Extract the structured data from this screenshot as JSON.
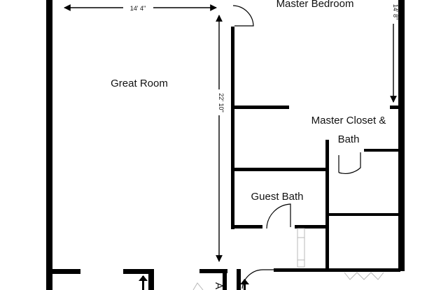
{
  "rooms": {
    "great_room": "Great Room",
    "master_bedroom": "Master Bedroom",
    "master_closet_line1": "Master Closet &",
    "master_closet_line2": "Bath",
    "guest_bath": "Guest Bath",
    "partial_label": "A"
  },
  "dimensions": {
    "great_room_width": "14' 4\"",
    "great_room_length": "22' 10\"",
    "master_bedroom_width": "14' 8\""
  },
  "colors": {
    "wall": "#000000",
    "fixture_outline": "#b8b8b8",
    "background": "#ffffff"
  }
}
